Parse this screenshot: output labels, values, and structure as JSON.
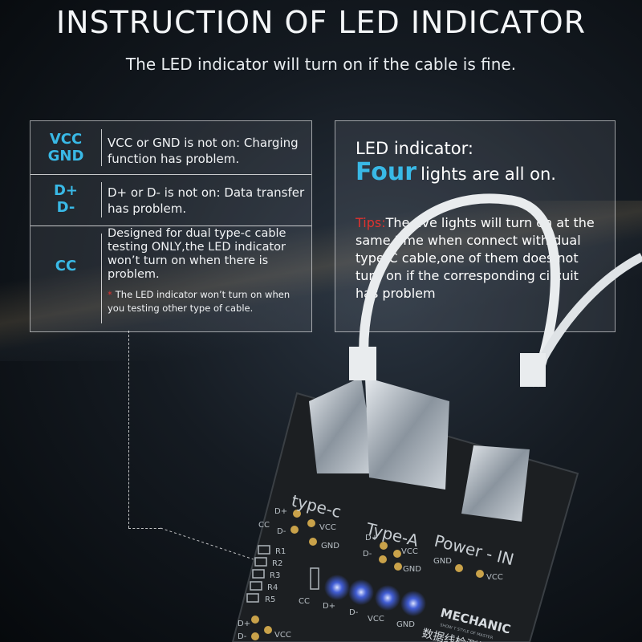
{
  "header": {
    "title": "INSTRUCTION OF LED INDICATOR",
    "subtitle": "The LED indicator will turn on if the cable is fine."
  },
  "left_panel": {
    "rows": [
      {
        "code_top": "VCC",
        "code_bottom": "GND",
        "description": "VCC or GND is not on: Charging function has problem."
      },
      {
        "code_top": "D+",
        "code_bottom": "D-",
        "description": "D+ or D- is not on: Data transfer has problem."
      },
      {
        "code": "CC",
        "description": "Designed for dual type-c cable testing ONLY,the LED indicator won’t turn on when there is problem.",
        "note": "The LED indicator won’t turn on when you testing other type of cable.",
        "note_marker": "*"
      }
    ]
  },
  "right_panel": {
    "label": "LED indicator:",
    "highlight": "Four",
    "highlight_rest": "lights are all on.",
    "tips_label": "Tips:",
    "tips_text": "The five lights will turn on at the same time when connect with dual type-C cable,one of them does not turn on if the corresponding circuit has problem"
  },
  "device": {
    "section_typec": "type-c",
    "section_typea": "Type-A",
    "section_power": "Power - IN",
    "typec_pins": [
      "D+",
      "CC",
      "D-",
      "VCC",
      "GND"
    ],
    "typea_pins": [
      "D+",
      "D-",
      "VCC",
      "GND"
    ],
    "power_pins": [
      "GND",
      "VCC"
    ],
    "resistors": [
      "R1",
      "R2",
      "R3",
      "R4",
      "R5"
    ],
    "led_labels": [
      "CC",
      "D+",
      "D-",
      "VCC",
      "GND"
    ],
    "brand": "MECHANIC",
    "brand_sub": "SHOW T STYLE OF MASTER",
    "chinese_label": "数据线检测板",
    "bottom_pins": [
      "D+",
      "D-",
      "VCC"
    ]
  },
  "colors": {
    "accent": "#39b9e6",
    "warning": "#e0322f",
    "led_glow": "#4a6cff"
  }
}
